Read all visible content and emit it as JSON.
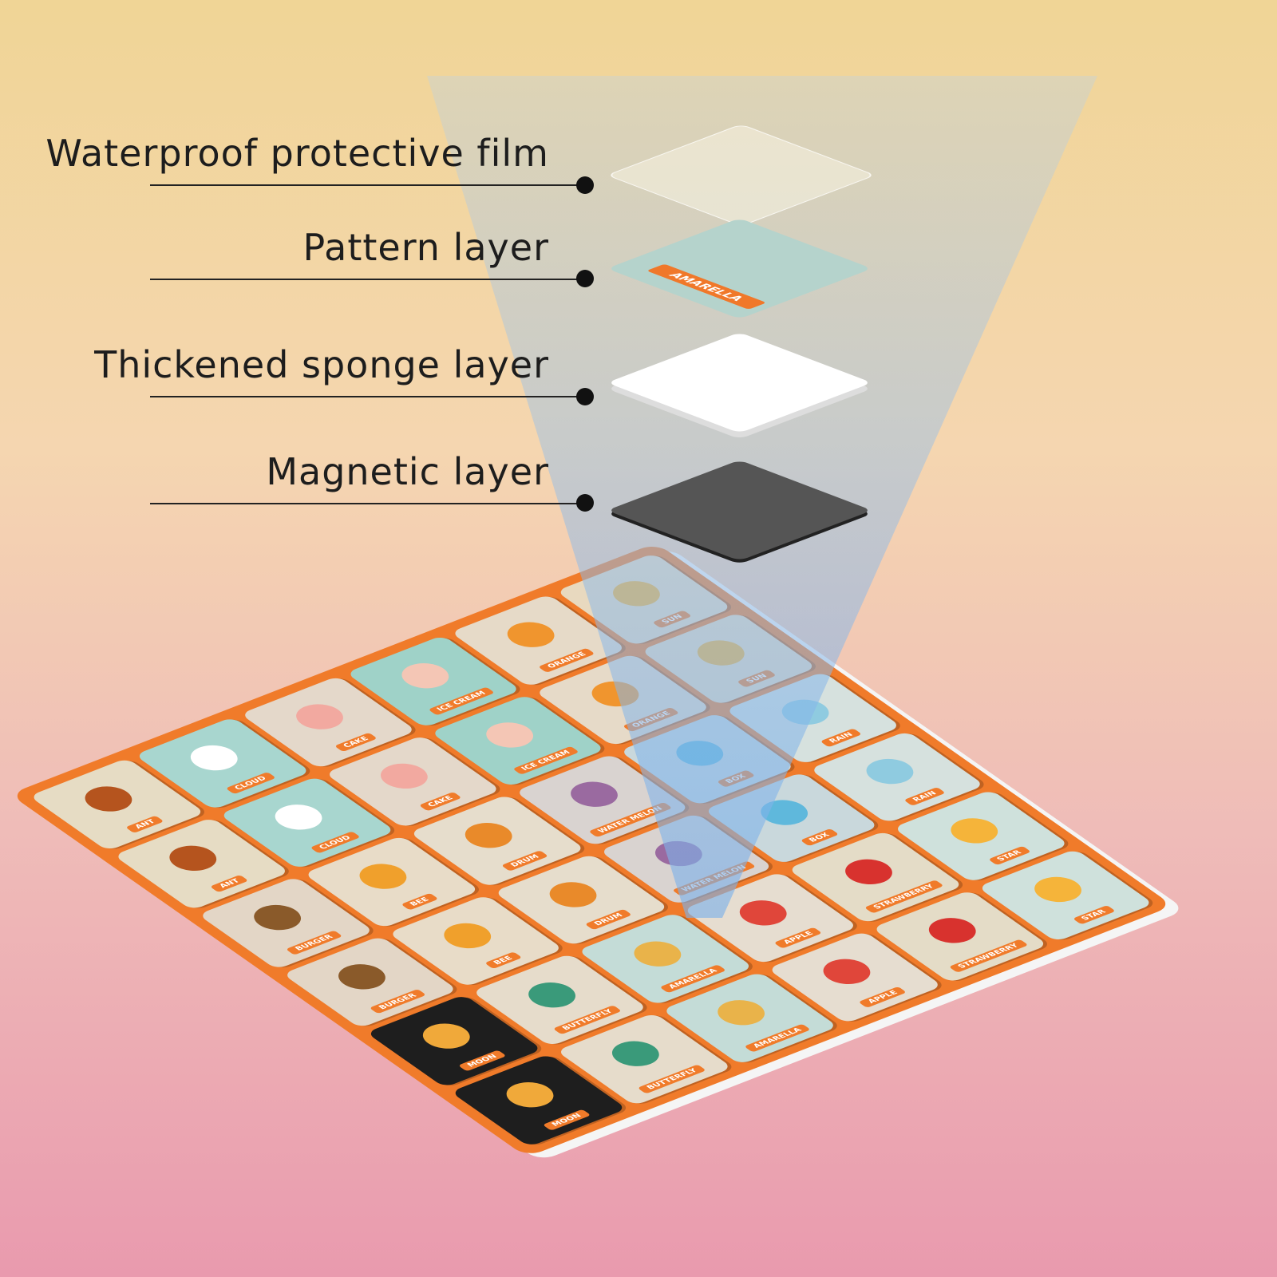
{
  "labels": {
    "film": "Waterproof protective film",
    "pattern": "Pattern layer",
    "sponge": "Thickened sponge layer",
    "magnetic": "Magnetic layer"
  },
  "pattern_tile_label": "AMARELLA",
  "tiles": [
    [
      "ANT",
      "CLOUD",
      "CAKE",
      "ICE CREAM",
      "ORANGE",
      "SUN"
    ],
    [
      "ANT",
      "CLOUD",
      "CAKE",
      "ICE CREAM",
      "ORANGE",
      "SUN"
    ],
    [
      "BURGER",
      "BEE",
      "DRUM",
      "WATER MELON",
      "BOX",
      "RAIN"
    ],
    [
      "BURGER",
      "BEE",
      "DRUM",
      "WATER MELON",
      "BOX",
      "RAIN"
    ],
    [
      "MOON",
      "BUTTERFLY",
      "AMARELLA",
      "APPLE",
      "STRAWBERRY",
      "STAR"
    ],
    [
      "MOON",
      "BUTTERFLY",
      "AMARELLA",
      "APPLE",
      "STRAWBERRY",
      "STAR"
    ]
  ],
  "colors": {
    "accent": "#f07b2a",
    "board": "#f07b2a",
    "magnet": "#555555"
  }
}
